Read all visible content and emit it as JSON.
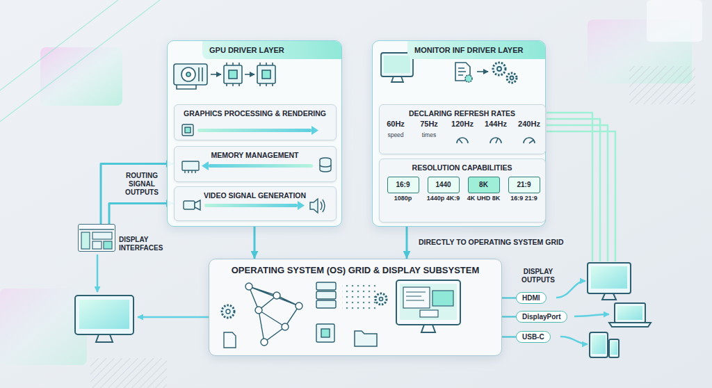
{
  "diagram": {
    "nodes": [
      {
        "text": [
          "GPU DRIVER LAYER"
        ]
      },
      {
        "text": [
          "GRAPHICS PROCESSING & RENDERING"
        ],
        "in": 0
      },
      {
        "text": [
          "MEMORY MANAGEMENT"
        ],
        "in": 0
      },
      {
        "text": [
          "VIDEO SIGNAL GENERATION"
        ],
        "in": 0
      },
      {
        "text": [
          "MONITOR INF DRIVER LAYER"
        ]
      },
      {
        "text": [
          "DECLARING REFRESH RATES"
        ],
        "in": 4
      },
      {
        "text": [
          "RESOLUTION CAPABILITIES"
        ],
        "in": 4
      },
      {
        "text": [
          "16:9",
          "1080p"
        ],
        "in": 6
      },
      {
        "text": [
          "1440",
          "1440p 4K:9"
        ],
        "in": 6
      },
      {
        "text": [
          "8K",
          "4K UHD 8K"
        ],
        "in": 6
      },
      {
        "text": [
          "21:9",
          "16:9 21:9"
        ],
        "in": 6
      },
      {
        "text": [
          "DISPLAY INTERFACES"
        ]
      },
      {
        "text": [
          "OPERATING SYSTEM (OS) GRID & DISPLAY SUBSYSTEM"
        ]
      },
      {
        "text": [
          "HDMI"
        ]
      },
      {
        "text": [
          "DisplayPort"
        ]
      },
      {
        "text": [
          "USB-C"
        ]
      }
    ],
    "edges": [
      {
        "from": 0,
        "to": 12,
        "arrow": "to"
      },
      {
        "from": 4,
        "to": 12,
        "arrow": "to",
        "label": "DIRECTLY TO OPERATING SYSTEM GRID"
      },
      {
        "from": 11,
        "to": 2,
        "arrow": "to"
      },
      {
        "from": 11,
        "to": 3,
        "arrow": "to"
      },
      {
        "from": 12,
        "to": 13,
        "arrow": "none"
      },
      {
        "from": 12,
        "to": 14,
        "arrow": "none"
      },
      {
        "from": 12,
        "to": 15,
        "arrow": "none"
      }
    ],
    "labels": [
      "ROUTING SIGNAL OUTPUTS",
      "60Hz",
      "speed",
      "75Hz",
      "times",
      "120Hz",
      "144Hz",
      "240Hz",
      "DISPLAY OUTPUTS"
    ]
  }
}
